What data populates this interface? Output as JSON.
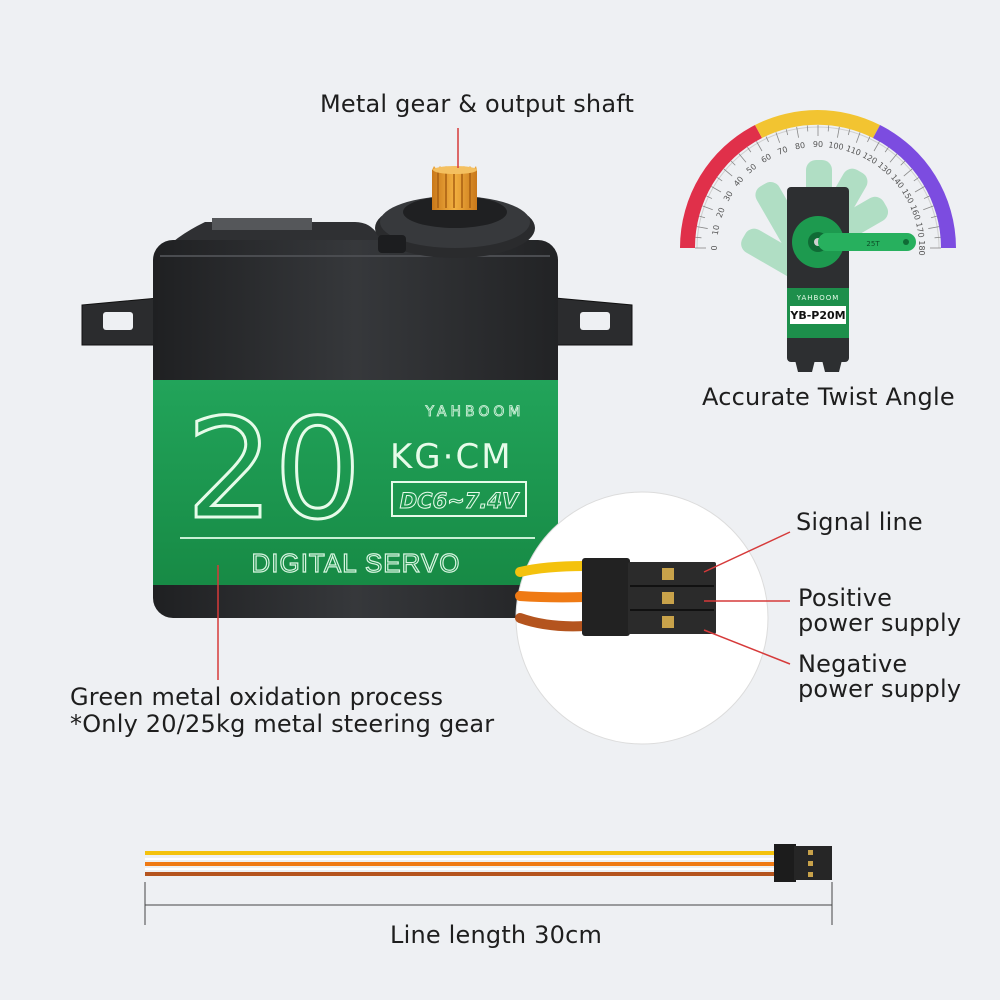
{
  "labels": {
    "metal_gear": "Metal gear & output shaft",
    "accurate_angle": "Accurate Twist Angle",
    "signal_line": "Signal line",
    "positive_1": "Positive",
    "positive_2": "power supply",
    "negative_1": "Negative",
    "negative_2": "power supply",
    "green_metal_1": "Green metal oxidation process",
    "green_metal_2": "*Only 20/25kg metal steering gear",
    "line_length": "Line length 30cm"
  },
  "servo": {
    "torque_number": "20",
    "torque_unit": "KG·CM",
    "voltage": "DC6~7.4V",
    "brand": "YAHBOOM",
    "type": "DIGITAL SERVO"
  },
  "mini_servo": {
    "model": "YB-P20M",
    "brand": "YAHBOOM",
    "arm_code": "25T"
  },
  "protractor": {
    "ticks": [
      "0",
      "10",
      "20",
      "30",
      "40",
      "50",
      "60",
      "70",
      "80",
      "90",
      "100",
      "110",
      "120",
      "130",
      "140",
      "150",
      "160",
      "170",
      "180"
    ]
  },
  "colors": {
    "background": "#eef0f3",
    "servo_green": "#1e9a52",
    "servo_body": "#2a2b2d",
    "gear_copper": "#e29a2a",
    "wire_yellow": "#f4c20d",
    "wire_orange": "#ef7a14",
    "wire_brown": "#b4541e",
    "leader_red": "#d63a3a",
    "scale_red": "#e0304a",
    "scale_yellow": "#f2c431",
    "scale_purple": "#7c4ce0"
  }
}
